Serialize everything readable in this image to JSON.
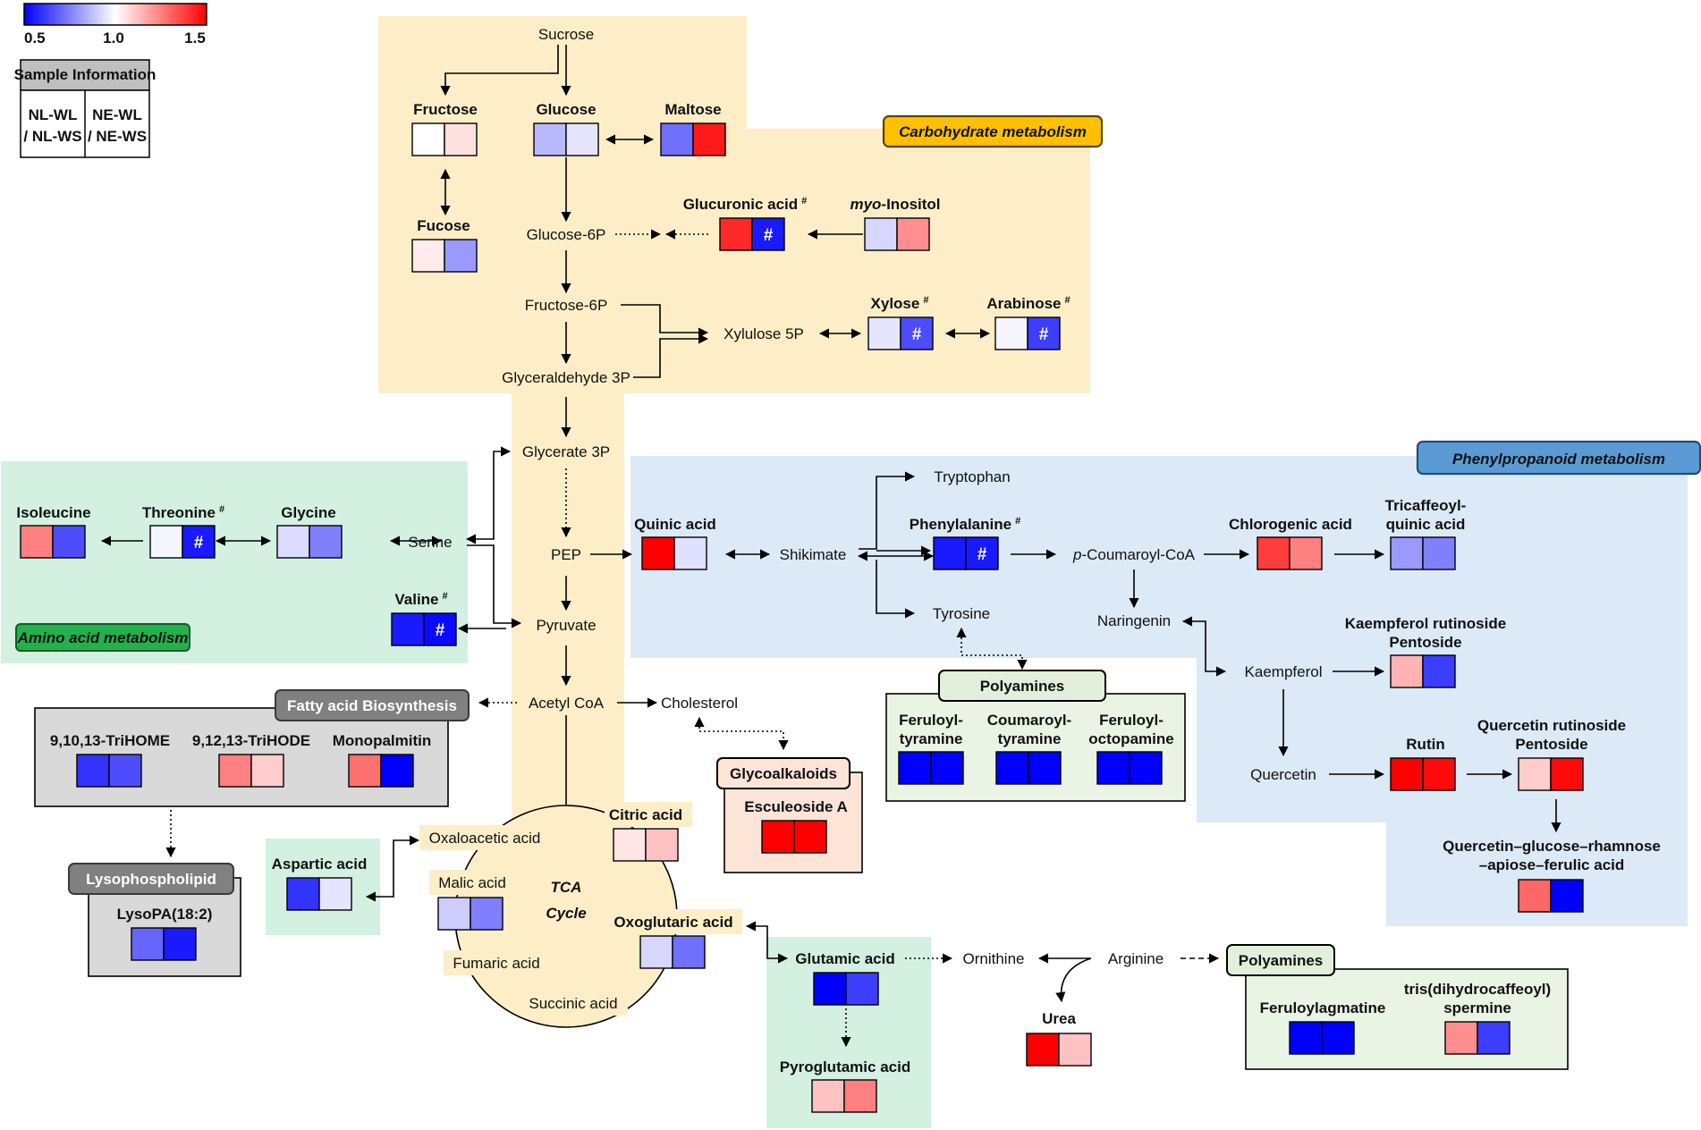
{
  "legend": {
    "min_label": "0.5",
    "mid_label": "1.0",
    "max_label": "1.5",
    "low_color": "#0000ff",
    "mid_color": "#ffffff",
    "high_color": "#ff0000",
    "sample_info": {
      "title": "Sample Information",
      "left_line1": "NL-WL",
      "left_line2": "/ NL-WS",
      "right_line1": "NE-WL",
      "right_line2": "/ NE-WS"
    }
  },
  "sections": {
    "carbohydrate": "Carbohydrate metabolism",
    "phenylpropanoid": "Phenylpropanoid metabolism",
    "amino_acid": "Amino acid metabolism",
    "fatty_acid": "Fatty acid Biosynthesis",
    "lysophospholipid": "Lysophospholipid",
    "glycoalkaloids": "Glycoalkaloids",
    "polyamines_1": "Polyamines",
    "polyamines_2": "Polyamines",
    "tca_line1": "TCA",
    "tca_line2": "Cycle"
  },
  "nodes": {
    "sucrose": "Sucrose",
    "glucose6p": "Glucose-6P",
    "fructose6p": "Fructose-6P",
    "xylulose5p": "Xylulose 5P",
    "glyceraldehyde3p": "Glyceraldehyde 3P",
    "glycerate3p": "Glycerate 3P",
    "pep": "PEP",
    "pyruvate": "Pyruvate",
    "serine": "Serine",
    "acetylcoa": "Acetyl CoA",
    "cholesterol": "Cholesterol",
    "shikimate": "Shikimate",
    "tryptophan": "Tryptophan",
    "tyrosine": "Tyrosine",
    "coumaroylcoa_italic": "p",
    "coumaroylcoa_rest": "-Coumaroyl-CoA",
    "naringenin": "Naringenin",
    "kaempferol": "Kaempferol",
    "quercetin": "Quercetin",
    "oxaloacetic": "Oxaloacetic acid",
    "malic": "Malic acid",
    "fumaric": "Fumaric acid",
    "succinic": "Succinic acid",
    "ornithine": "Ornithine",
    "arginine": "Arginine"
  },
  "metabolites": {
    "fructose": {
      "name": "Fructose",
      "values": [
        1.0,
        1.06
      ],
      "flags": [
        "",
        ""
      ]
    },
    "glucose": {
      "name": "Glucose",
      "values": [
        0.86,
        0.95
      ],
      "flags": [
        "",
        ""
      ]
    },
    "maltose": {
      "name": "Maltose",
      "values": [
        0.72,
        1.45
      ],
      "flags": [
        "",
        ""
      ]
    },
    "fucose": {
      "name": "Fucose",
      "values": [
        1.04,
        0.8
      ],
      "flags": [
        "",
        ""
      ]
    },
    "glucuronic": {
      "name": "Glucuronic acid",
      "sup": "#",
      "values": [
        1.42,
        0.55
      ],
      "flags": [
        "",
        "#"
      ]
    },
    "myoinositol": {
      "name_italic": "myo",
      "name_rest": "-Inositol",
      "values": [
        0.92,
        1.22
      ],
      "flags": [
        "",
        ""
      ]
    },
    "xylose": {
      "name": "Xylose",
      "sup": "#",
      "values": [
        0.95,
        0.65
      ],
      "flags": [
        "",
        "#"
      ]
    },
    "arabinose": {
      "name": "Arabinose",
      "sup": "#",
      "values": [
        0.98,
        0.62
      ],
      "flags": [
        "",
        "#"
      ]
    },
    "isoleucine": {
      "name": "Isoleucine",
      "values": [
        1.25,
        0.65
      ],
      "flags": [
        "",
        ""
      ]
    },
    "threonine": {
      "name": "Threonine",
      "sup": "#",
      "values": [
        0.98,
        0.55
      ],
      "flags": [
        "",
        "#"
      ]
    },
    "glycine": {
      "name": "Glycine",
      "values": [
        0.93,
        0.75
      ],
      "flags": [
        "",
        ""
      ]
    },
    "valine": {
      "name": "Valine",
      "sup": "#",
      "values": [
        0.55,
        0.52
      ],
      "flags": [
        "",
        "#"
      ]
    },
    "quinic": {
      "name": "Quinic acid",
      "values": [
        1.5,
        0.94
      ],
      "flags": [
        "",
        ""
      ]
    },
    "phenylalanine": {
      "name": "Phenylalanine",
      "sup": "#",
      "values": [
        0.55,
        0.55
      ],
      "flags": [
        "",
        "#"
      ]
    },
    "chlorogenic": {
      "name": "Chlorogenic acid",
      "values": [
        1.38,
        1.25
      ],
      "flags": [
        "",
        ""
      ]
    },
    "tricaffeoyl": {
      "name_line1": "Tricaffeoyl-",
      "name_line2": "quinic acid",
      "values": [
        0.8,
        0.75
      ],
      "flags": [
        "",
        ""
      ]
    },
    "kaempferol_rut": {
      "name_line1": "Kaempferol rutinoside",
      "name_line2": "Pentoside",
      "values": [
        1.15,
        0.62
      ],
      "flags": [
        "",
        ""
      ]
    },
    "rutin": {
      "name": "Rutin",
      "values": [
        1.5,
        1.48
      ],
      "flags": [
        "",
        ""
      ]
    },
    "quercetin_rut": {
      "name_line1": "Quercetin rutinoside",
      "name_line2": "Pentoside",
      "values": [
        1.1,
        1.48
      ],
      "flags": [
        "",
        ""
      ]
    },
    "quercetin_glc": {
      "name_line1": "Quercetin–glucose–rhamnose",
      "name_line2": "–apiose–ferulic acid",
      "values": [
        1.3,
        0.5
      ],
      "flags": [
        "",
        ""
      ]
    },
    "feruloyltyramine": {
      "name_line1": "Feruloyl-",
      "name_line2": "tyramine",
      "values": [
        0.5,
        0.5
      ],
      "flags": [
        "",
        ""
      ]
    },
    "coumaroyltyramine": {
      "name_line1": "Coumaroyl-",
      "name_line2": "tyramine",
      "values": [
        0.5,
        0.5
      ],
      "flags": [
        "",
        ""
      ]
    },
    "feruloyloctopamine": {
      "name_line1": "Feruloyl-",
      "name_line2": "octopamine",
      "values": [
        0.5,
        0.5
      ],
      "flags": [
        "",
        ""
      ]
    },
    "trihome": {
      "name": "9,10,13-TriHOME",
      "values": [
        0.6,
        0.65
      ],
      "flags": [
        "",
        ""
      ]
    },
    "trihode": {
      "name": "9,12,13-TriHODE",
      "values": [
        1.25,
        1.1
      ],
      "flags": [
        "",
        ""
      ]
    },
    "monopalmitin": {
      "name": "Monopalmitin",
      "values": [
        1.28,
        0.5
      ],
      "flags": [
        "",
        ""
      ]
    },
    "lysopa": {
      "name": "LysoPA(18:2)",
      "values": [
        0.7,
        0.55
      ],
      "flags": [
        "",
        ""
      ]
    },
    "aspartic": {
      "name": "Aspartic acid",
      "values": [
        0.6,
        0.95
      ],
      "flags": [
        "",
        ""
      ]
    },
    "citric": {
      "name": "Citric acid",
      "values": [
        1.05,
        1.12
      ],
      "flags": [
        "",
        ""
      ]
    },
    "malic_box": {
      "values": [
        0.9,
        0.75
      ],
      "flags": [
        "",
        ""
      ]
    },
    "oxoglutaric": {
      "name": "Oxoglutaric acid",
      "values": [
        0.92,
        0.72
      ],
      "flags": [
        "",
        ""
      ]
    },
    "esculeoside": {
      "name": "Esculeoside A",
      "values": [
        1.5,
        1.5
      ],
      "flags": [
        "",
        ""
      ]
    },
    "glutamic": {
      "name": "Glutamic acid",
      "values": [
        0.5,
        0.62
      ],
      "flags": [
        "",
        ""
      ]
    },
    "pyroglutamic": {
      "name": "Pyroglutamic acid",
      "values": [
        1.12,
        1.25
      ],
      "flags": [
        "",
        ""
      ]
    },
    "urea": {
      "name": "Urea",
      "values": [
        1.5,
        1.12
      ],
      "flags": [
        "",
        ""
      ]
    },
    "feruloylagmatine": {
      "name": "Feruloylagmatine",
      "values": [
        0.5,
        0.5
      ],
      "flags": [
        "",
        ""
      ]
    },
    "trisdihydro": {
      "name_line1": "tris(dihydrocaffeoyl)",
      "name_line2": "spermine",
      "values": [
        1.22,
        0.62
      ],
      "flags": [
        "",
        ""
      ]
    }
  }
}
